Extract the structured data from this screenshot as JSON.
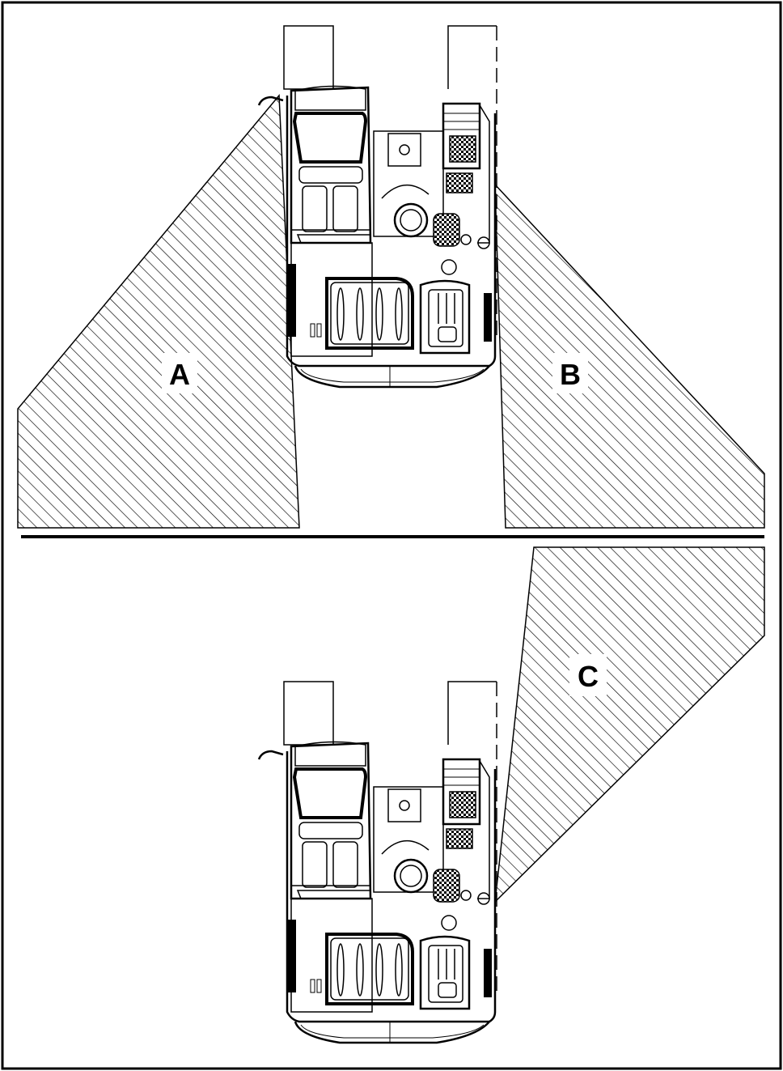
{
  "zones": [
    {
      "id": "A",
      "label": "A"
    },
    {
      "id": "B",
      "label": "B"
    },
    {
      "id": "C",
      "label": "C"
    }
  ],
  "colors": {
    "line": "#000000",
    "background": "#ffffff",
    "label_bg": "#ffffff"
  }
}
